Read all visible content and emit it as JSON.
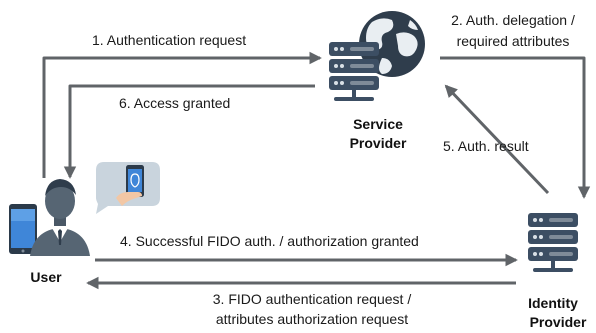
{
  "nodes": {
    "service_provider": {
      "line1": "Service",
      "line2": "Provider"
    },
    "identity_provider": {
      "line1": "Identity",
      "line2": "Provider"
    },
    "user": {
      "label": "User"
    }
  },
  "edges": {
    "e1": {
      "label": "1. Authentication request"
    },
    "e2": {
      "line1": "2. Auth. delegation /",
      "line2": "required attributes"
    },
    "e3": {
      "line1": "3. FIDO authentication request /",
      "line2": "attributes authorization request"
    },
    "e4": {
      "label": "4. Successful FIDO auth. / authorization granted"
    },
    "e5": {
      "label": "5. Auth. result"
    },
    "e6": {
      "label": "6. Access granted"
    }
  },
  "colors": {
    "arrow": "#606468",
    "server_body": "#3c4e63",
    "server_slot": "#7f8b98",
    "globe": "#2f3d4c",
    "phone": "#3f86d8",
    "bubble_fill": "#c9d4dd",
    "person": "#566573"
  }
}
